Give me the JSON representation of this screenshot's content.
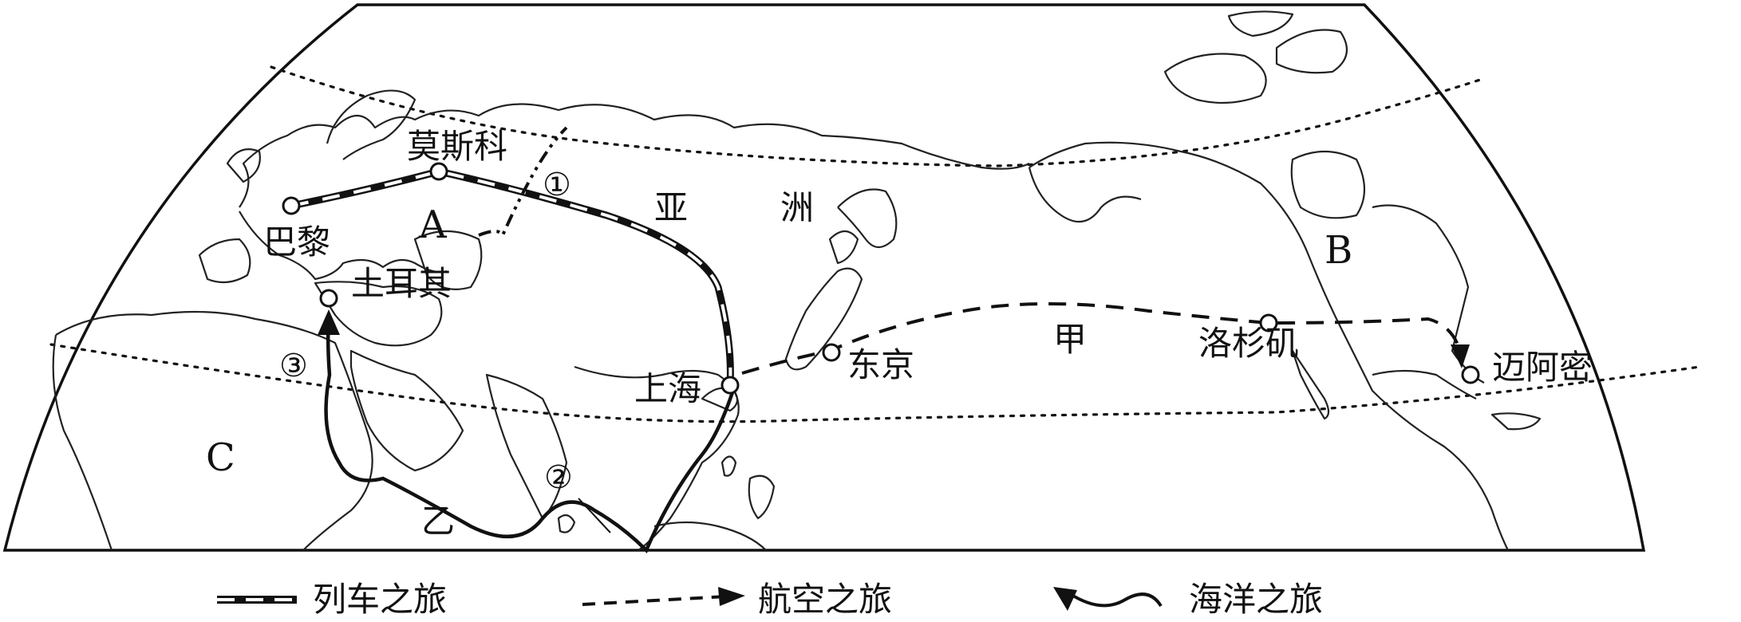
{
  "cities": {
    "paris": "巴黎",
    "moscow": "莫斯科",
    "turkey": "土耳其",
    "shanghai": "上海",
    "tokyo": "东京",
    "los_angeles": "洛杉矶",
    "miami": "迈阿密"
  },
  "regions": {
    "a": "A",
    "b": "B",
    "c": "C",
    "asia_1": "亚",
    "asia_2": "洲",
    "jia": "甲",
    "yi": "乙"
  },
  "markers": {
    "m1": "①",
    "m2": "②",
    "m3": "③"
  },
  "legend": {
    "train": "列车之旅",
    "air": "航空之旅",
    "sea": "海洋之旅"
  },
  "colors": {
    "ink": "#111111",
    "background": "#ffffff"
  }
}
